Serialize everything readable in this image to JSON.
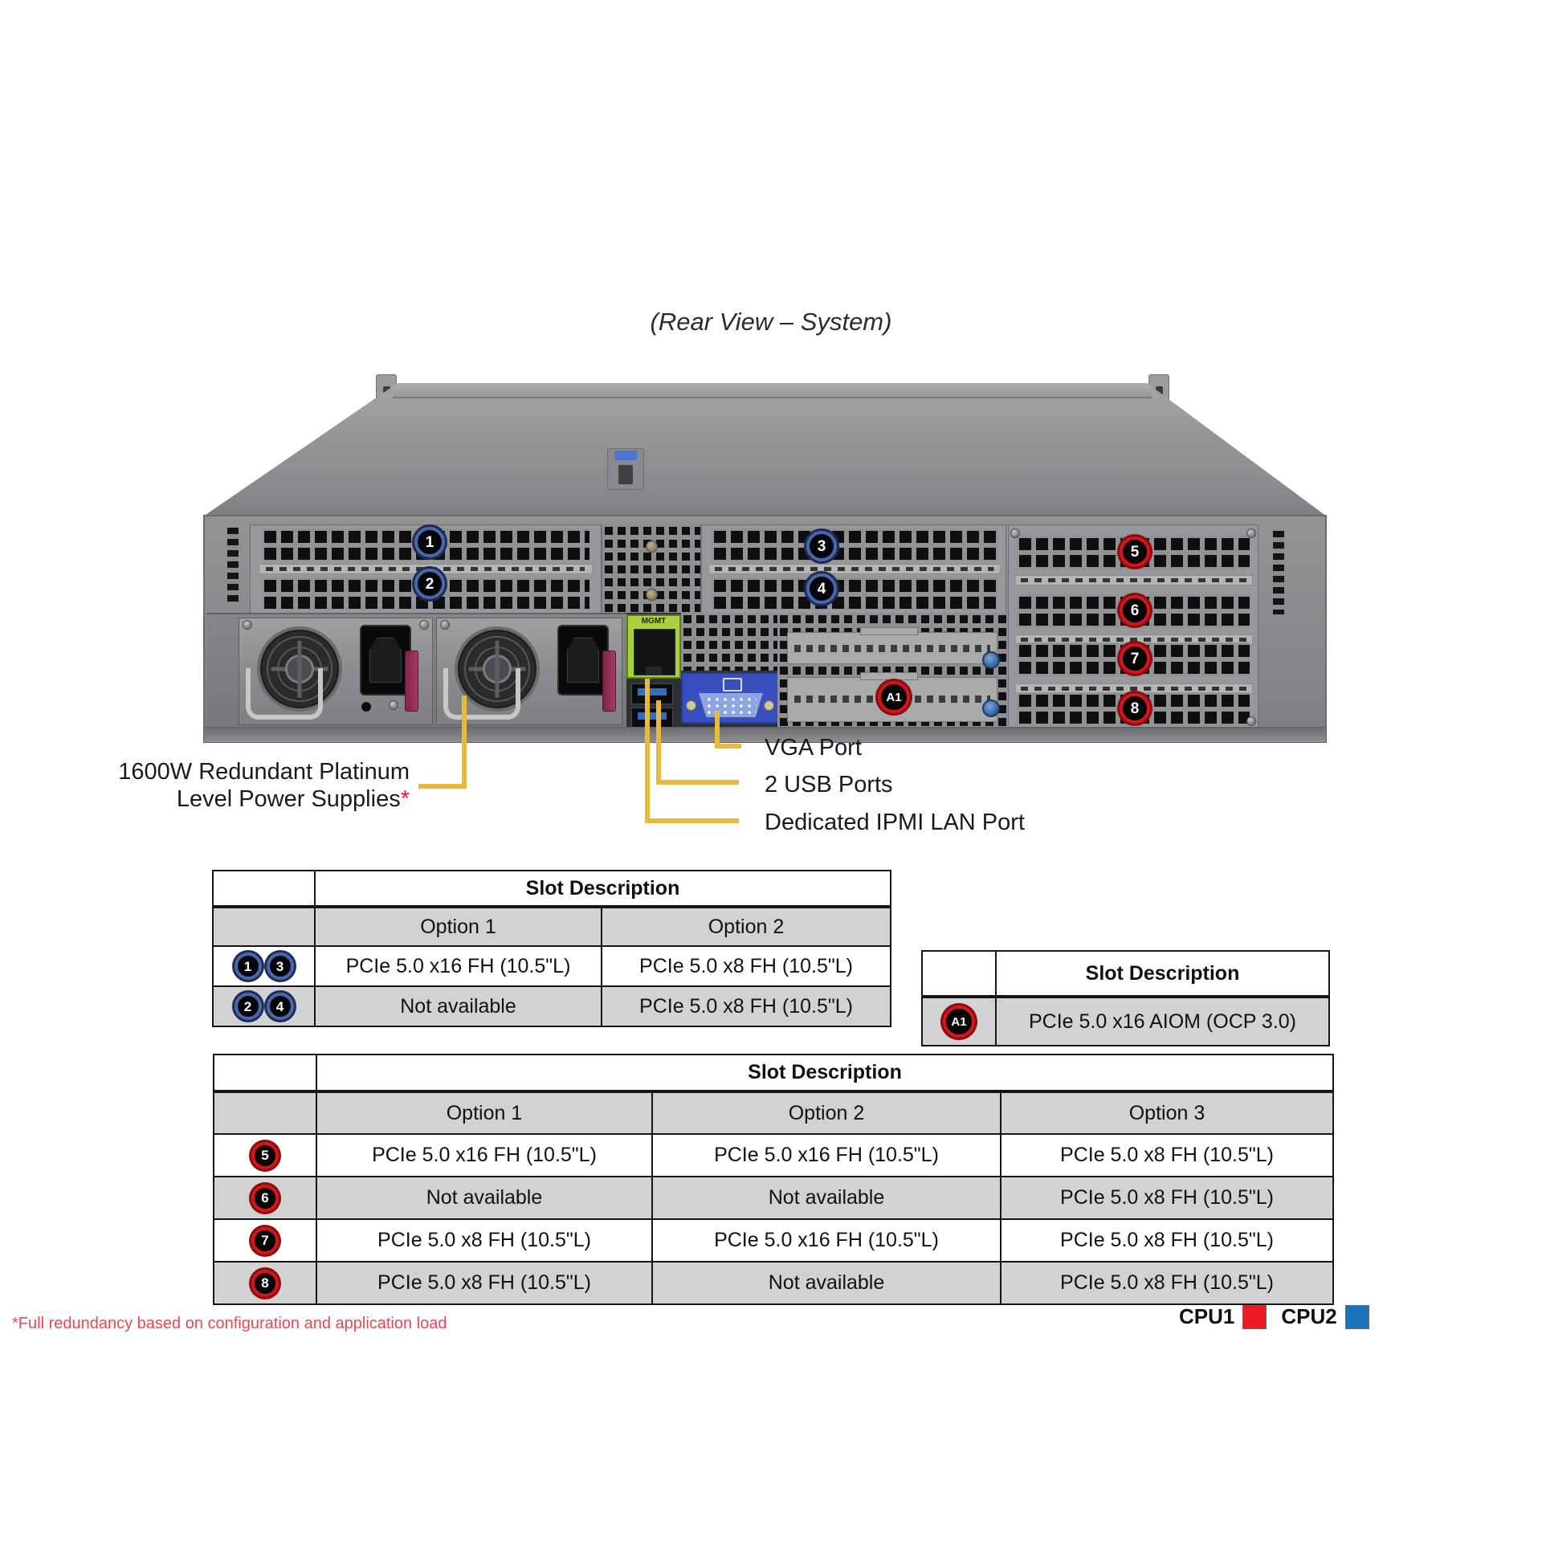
{
  "title": "(Rear View – System)",
  "colors": {
    "callout_yellow": "#e9b93c",
    "badge_blue_ring": "#4968ac",
    "badge_red_ring": "#d2161a",
    "mgmt_green": "#a9d13c",
    "vga_blue": "#3a4fbe",
    "footnote_red": "#ef4456",
    "cpu1_red": "#ed1c24",
    "cpu2_blue": "#1b75bc",
    "table_row_gray": "#d2d2d2"
  },
  "chassis": {
    "mgmt_port_label": "MGMT",
    "badges": [
      {
        "label": "1",
        "cpu": "blue"
      },
      {
        "label": "2",
        "cpu": "blue"
      },
      {
        "label": "3",
        "cpu": "blue"
      },
      {
        "label": "4",
        "cpu": "blue"
      },
      {
        "label": "5",
        "cpu": "red"
      },
      {
        "label": "6",
        "cpu": "red"
      },
      {
        "label": "7",
        "cpu": "red"
      },
      {
        "label": "8",
        "cpu": "red"
      },
      {
        "label": "A1",
        "cpu": "red"
      }
    ]
  },
  "callouts": {
    "psu_line1": "1600W Redundant Platinum",
    "psu_line2": "Level Power Supplies",
    "psu_asterisk": "*",
    "vga": "VGA Port",
    "usb": "2 USB Ports",
    "ipmi": "Dedicated IPMI LAN Port"
  },
  "table_left": {
    "header": "Slot Description",
    "col_headers": [
      "Option 1",
      "Option 2"
    ],
    "rows": [
      {
        "badges": [
          "1",
          "3"
        ],
        "cells": [
          "PCIe 5.0 x16 FH (10.5\"L)",
          "PCIe 5.0 x8 FH (10.5\"L)"
        ]
      },
      {
        "badges": [
          "2",
          "4"
        ],
        "cells": [
          "Not available",
          "PCIe 5.0 x8 FH (10.5\"L)"
        ]
      }
    ]
  },
  "table_aiom": {
    "header": "Slot Description",
    "rows": [
      {
        "badges": [
          "A1"
        ],
        "cells": [
          "PCIe 5.0 x16 AIOM (OCP 3.0)"
        ]
      }
    ]
  },
  "table_bottom": {
    "header": "Slot Description",
    "col_headers": [
      "Option 1",
      "Option 2",
      "Option 3"
    ],
    "rows": [
      {
        "badges": [
          "5"
        ],
        "cells": [
          "PCIe 5.0 x16 FH (10.5\"L)",
          "PCIe 5.0 x16 FH (10.5\"L)",
          "PCIe 5.0 x8 FH (10.5\"L)"
        ]
      },
      {
        "badges": [
          "6"
        ],
        "cells": [
          "Not available",
          "Not available",
          "PCIe 5.0 x8 FH (10.5\"L)"
        ]
      },
      {
        "badges": [
          "7"
        ],
        "cells": [
          "PCIe 5.0 x8 FH (10.5\"L)",
          "PCIe 5.0 x16 FH (10.5\"L)",
          "PCIe 5.0 x8 FH (10.5\"L)"
        ]
      },
      {
        "badges": [
          "8"
        ],
        "cells": [
          "PCIe 5.0 x8 FH (10.5\"L)",
          "Not available",
          "PCIe 5.0 x8 FH (10.5\"L)"
        ]
      }
    ]
  },
  "footnote": "*Full redundancy based on configuration and application load",
  "legend": [
    {
      "label": "CPU1",
      "color": "#ed1c24"
    },
    {
      "label": "CPU2",
      "color": "#1b75bc"
    }
  ]
}
